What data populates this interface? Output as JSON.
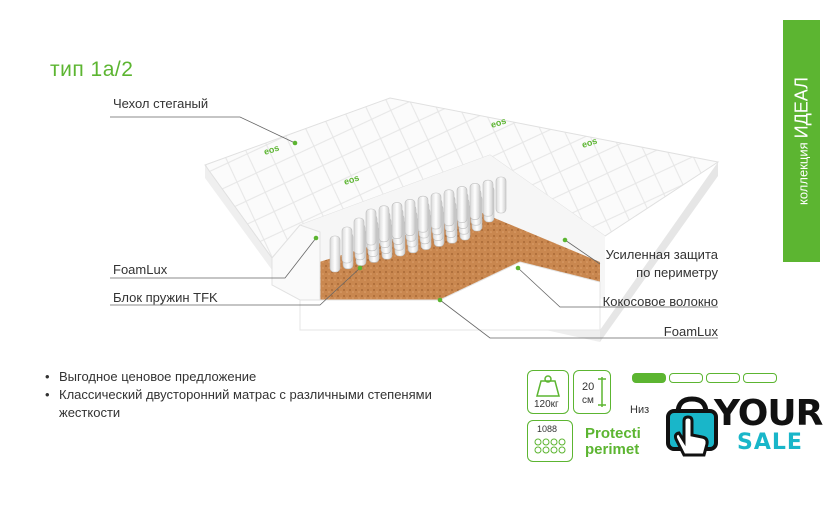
{
  "title": "тип 1а/2",
  "collection": {
    "prefix": "коллекция",
    "name": "ИДЕАЛ"
  },
  "labels": {
    "cover": "Чехол стеганый",
    "foam_left": "FoamLux",
    "springs": "Блок пружин TFK",
    "perimeter_line1": "Усиленная защита",
    "perimeter_line2": "по периметру",
    "coconut": "Кокосовое волокно",
    "foam_right": "FoamLux"
  },
  "brand_print": "eos",
  "bullets": [
    "Выгодное ценовое предложение",
    "Классический двусторонний матрас с различными степенями жесткости"
  ],
  "badges": {
    "weight": "120кг",
    "height_value": "20",
    "height_unit": "см",
    "springs_count": "1088",
    "protection_line1": "Protecti",
    "protection_line2": "perimet",
    "firmness_label": "Низ",
    "firmness_level": 1,
    "firmness_total": 4
  },
  "watermark": {
    "word1": "YOUR",
    "word2": "SALE"
  },
  "colors": {
    "accent": "#5cb531",
    "watermark_teal": "#19b6c9",
    "coconut": "#c9874f"
  }
}
